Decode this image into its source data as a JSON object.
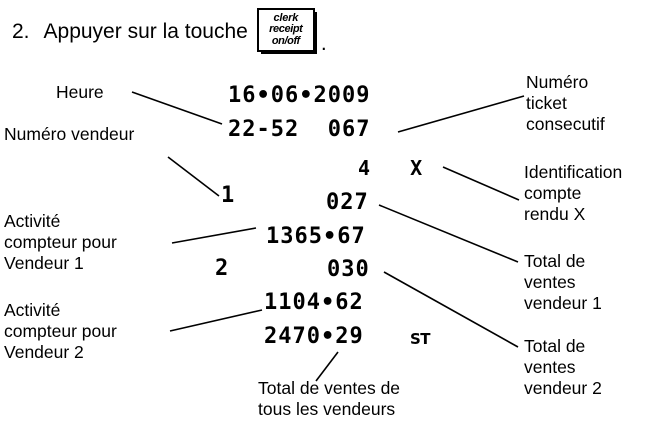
{
  "step": {
    "number": "2.",
    "text": "Appuyer sur la touche",
    "trailing_period": ".",
    "key": {
      "line1": "clerk",
      "line2": "receipt",
      "line3": "on/off",
      "name": "clerk-receipt-on-off-key"
    }
  },
  "receipt": {
    "lines": [
      {
        "id": "date",
        "text": "16•06•2009"
      },
      {
        "id": "time-ticket",
        "text": "22-52  067"
      },
      {
        "id": "report-x",
        "text": "4   X"
      },
      {
        "id": "clerk1-no",
        "text": "1"
      },
      {
        "id": "clerk1-count",
        "text": "027"
      },
      {
        "id": "clerk1-total",
        "text": "1365•67"
      },
      {
        "id": "clerk2-no",
        "text": "2"
      },
      {
        "id": "clerk2-count",
        "text": "030"
      },
      {
        "id": "clerk2-total",
        "text": "1104•62"
      },
      {
        "id": "grand-total",
        "text": "2470•29"
      },
      {
        "id": "st-marker",
        "text": "ST"
      }
    ]
  },
  "annotations": [
    {
      "id": "heure",
      "text": "Heure"
    },
    {
      "id": "numero-vendeur",
      "text": "Numéro vendeur"
    },
    {
      "id": "numero-ticket",
      "text": "Numéro\nticket\nconsecutif"
    },
    {
      "id": "identification-x",
      "text": "Identification\ncompte\nrendu X"
    },
    {
      "id": "activite-v1",
      "text": "Activité\ncompteur pour\nVendeur 1"
    },
    {
      "id": "activite-v2",
      "text": "Activité\ncompteur pour\nVendeur 2"
    },
    {
      "id": "total-v1",
      "text": "Total de\nventes\nvendeur 1"
    },
    {
      "id": "total-v2",
      "text": "Total de\nventes\nvendeur 2"
    },
    {
      "id": "total-tous",
      "text": "Total de ventes de\ntous les vendeurs"
    }
  ],
  "colors": {
    "ink": "#000000",
    "page": "#ffffff"
  }
}
